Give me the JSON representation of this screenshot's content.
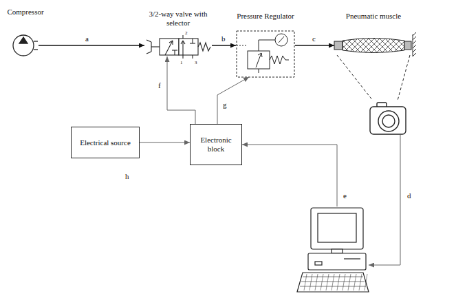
{
  "diagram": {
    "nodes": [
      {
        "text": [
          "Compressor"
        ]
      },
      {
        "text": [
          "3/2-way valve with selector"
        ]
      },
      {
        "text": [
          "Pressure Regulator"
        ]
      },
      {
        "text": [
          "Pneumatic muscle"
        ]
      },
      {
        "text": []
      },
      {
        "text": [
          "Electrical source"
        ]
      },
      {
        "text": [
          "Electronic block"
        ]
      },
      {
        "text": []
      }
    ],
    "edges": [
      {
        "from": 0,
        "to": 1,
        "label": "a",
        "arrow": "to"
      },
      {
        "from": 1,
        "to": 2,
        "label": "b",
        "arrow": "to"
      },
      {
        "from": 2,
        "to": 3,
        "label": "c",
        "arrow": "to"
      },
      {
        "from": 4,
        "to": 7,
        "label": "d",
        "arrow": "to"
      },
      {
        "from": 7,
        "to": 6,
        "label": "e",
        "arrow": "to"
      },
      {
        "from": 6,
        "to": 1,
        "label": "f",
        "arrow": "to"
      },
      {
        "from": 6,
        "to": 2,
        "label": "g",
        "arrow": "to"
      },
      {
        "from": 5,
        "to": 6,
        "label": "h",
        "arrow": "to"
      }
    ],
    "labels": [
      "2",
      "1",
      "3"
    ]
  }
}
